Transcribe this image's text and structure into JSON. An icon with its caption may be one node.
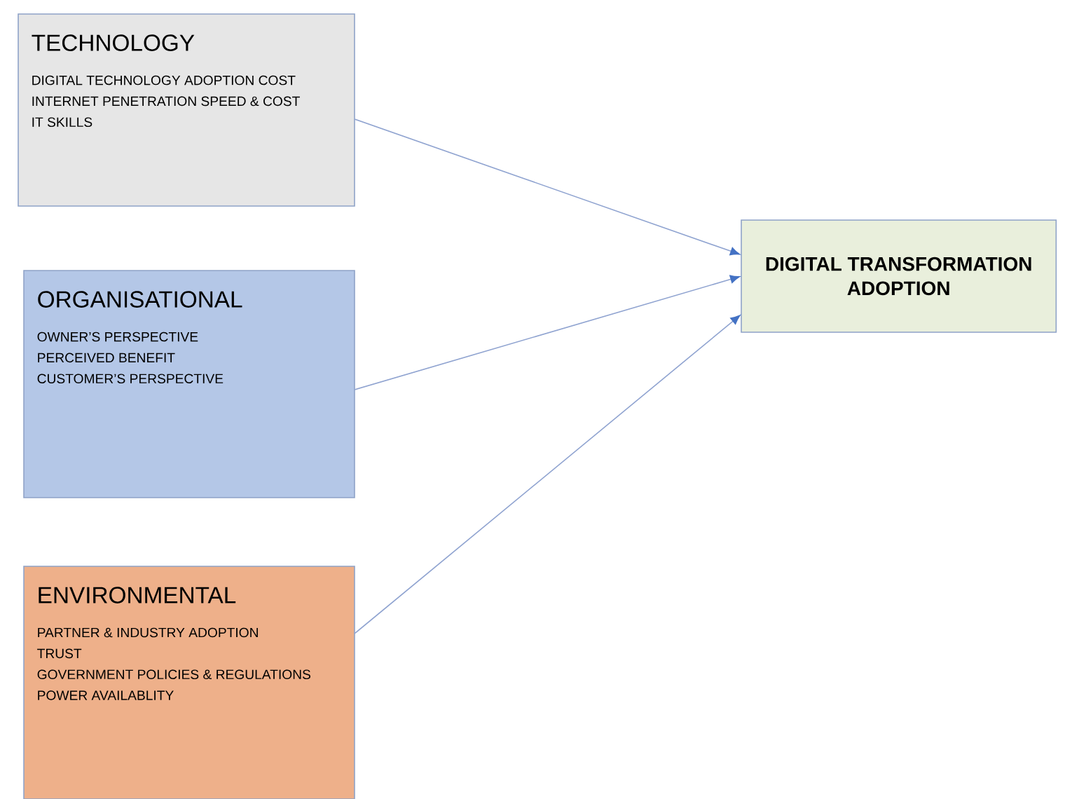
{
  "diagram": {
    "nodes": [
      {
        "text": [
          "TECHNOLOGY",
          "DIGITAL TECHNOLOGY ADOPTION COST",
          "INTERNET PENETRATION SPEED & COST",
          "IT SKILLS"
        ]
      },
      {
        "text": [
          "ORGANISATIONAL",
          "OWNER’S PERSPECTIVE",
          "PERCEIVED BENEFIT",
          "CUSTOMER’S PERSPECTIVE"
        ]
      },
      {
        "text": [
          "ENVIRONMENTAL",
          "PARTNER & INDUSTRY ADOPTION",
          "TRUST",
          "GOVERNMENT POLICIES & REGULATIONS",
          "POWER AVAILABLITY"
        ]
      },
      {
        "text": [
          "DIGITAL TRANSFORMATION ADOPTION"
        ]
      }
    ],
    "edges": [
      {
        "from": 0,
        "to": 3,
        "arrow": "to"
      },
      {
        "from": 1,
        "to": 3,
        "arrow": "to"
      },
      {
        "from": 2,
        "to": 3,
        "arrow": "to"
      }
    ]
  }
}
